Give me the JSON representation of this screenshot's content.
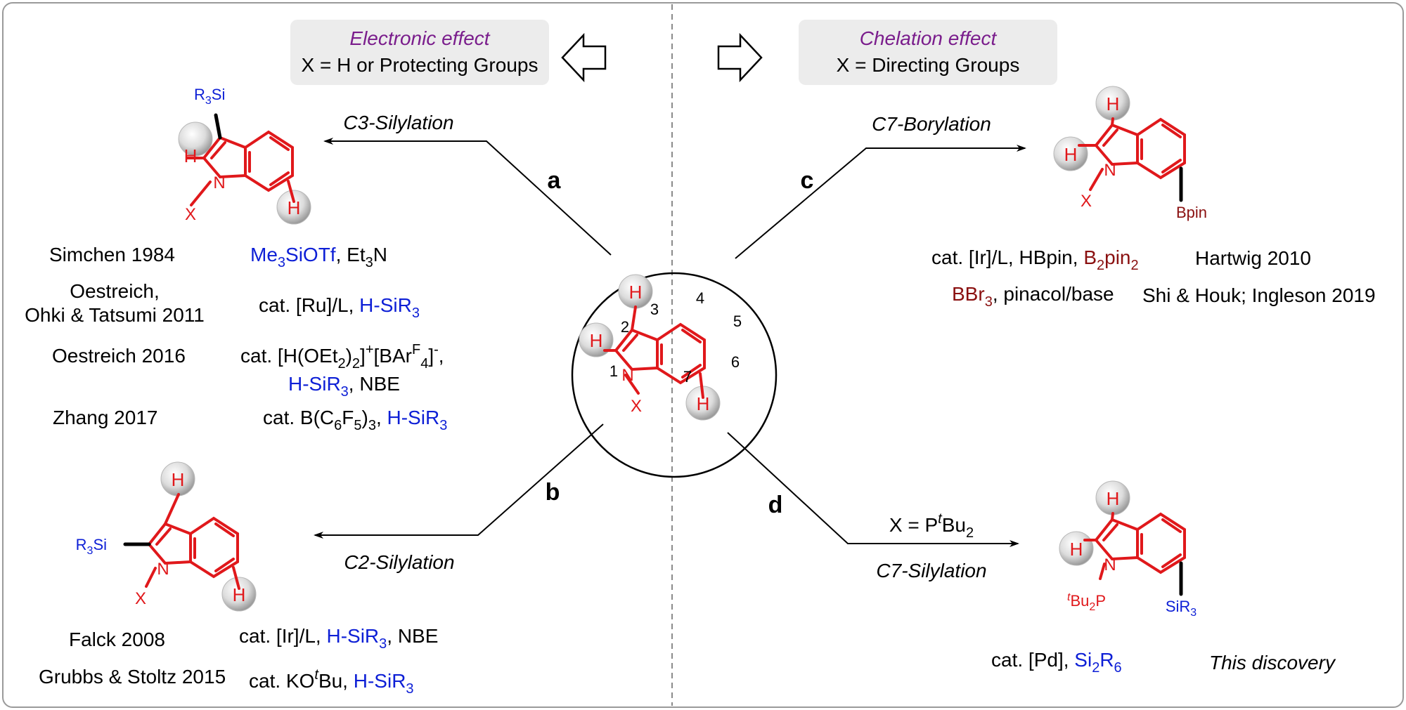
{
  "left_box": {
    "line1": "Electronic effect",
    "line2": "X = H or Protecting Groups"
  },
  "right_box": {
    "line1": "Chelation effect",
    "line2": "X = Directing Groups"
  },
  "paths": {
    "a": {
      "letter": "a",
      "reaction": "C3-Silylation"
    },
    "b": {
      "letter": "b",
      "reaction": "C2-Silylation"
    },
    "c": {
      "letter": "c",
      "reaction": "C7-Borylation"
    },
    "d": {
      "letter": "d",
      "reaction": "C7-Silylation",
      "condition_prefix": "X = P",
      "condition_sup": "t",
      "condition_suffix": "Bu",
      "condition_sub": "2"
    }
  },
  "atoms": {
    "H": "H",
    "N": "N",
    "X": "X",
    "R3Si_R": "R",
    "R3Si_sub": "3",
    "R3Si_Si": "Si",
    "Bpin": "Bpin",
    "SiR": "SiR",
    "SiR_sub": "3",
    "tBu2P_sup": "t",
    "tBu2P_Bu": "Bu",
    "tBu2P_sub": "2",
    "tBu2P_P": "P"
  },
  "center_numbers": {
    "n1": "1",
    "n2": "2",
    "n3": "3",
    "n4": "4",
    "n5": "5",
    "n6": "6",
    "n7": "7"
  },
  "refs_a": {
    "r1": {
      "author": "Simchen 1984",
      "c1": "Me",
      "c1s": "3",
      "c2": "SiOTf",
      "c3": ", Et",
      "c3s": "3",
      "c4": "N"
    },
    "r2": {
      "author_l1": "Oestreich,",
      "author_l2": "Ohki & Tatsumi 2011",
      "c1": "cat. [Ru]/L, ",
      "c2": "H-SiR",
      "c2s": "3"
    },
    "r3": {
      "author": "Oestreich 2016",
      "c1": "cat. [H(OEt",
      "c1s": "2",
      "c2": ")",
      "c2s": "2",
      "c3": "]",
      "c3sup": "+",
      "c4": "[BAr",
      "c4sup": "F",
      "c4s": "4",
      "c5": "]",
      "c5sup": "-",
      "c6": ",",
      "c7": "H-SiR",
      "c7s": "3",
      "c8": ", NBE"
    },
    "r4": {
      "author": "Zhang 2017",
      "c1": "cat. B(C",
      "c1s": "6",
      "c2": "F",
      "c2s": "5",
      "c3": ")",
      "c3s": "3",
      "c4": ", ",
      "c5": "H-SiR",
      "c5s": "3"
    }
  },
  "refs_b": {
    "r1": {
      "author": "Falck 2008",
      "c1": "cat. [Ir]/L, ",
      "c2": "H-SiR",
      "c2s": "3",
      "c3": ", NBE"
    },
    "r2": {
      "author": "Grubbs & Stoltz  2015",
      "c1": "cat. KO",
      "c1sup": "t",
      "c2": "Bu, ",
      "c3": "H-SiR",
      "c3s": "3"
    }
  },
  "refs_c": {
    "r1": {
      "cond": "cat. [Ir]/L, HBpin, ",
      "c2": "B",
      "c2s": "2",
      "c3": "pin",
      "c3s": "2",
      "author": "Hartwig 2010"
    },
    "r2": {
      "c1": "BBr",
      "c1s": "3",
      "c2": ", pinacol/base",
      "author": "Shi & Houk; Ingleson 2019"
    }
  },
  "refs_d": {
    "r1": {
      "c1": "cat. [Pd], ",
      "c2": "Si",
      "c2s": "2",
      "c3": "R",
      "c3s": "6",
      "note": "This discovery"
    }
  },
  "colors": {
    "red": "#e0181b",
    "blue": "#0d1fd6",
    "darkred": "#8a1010",
    "purple": "#7a1d8c",
    "box": "#ececec"
  }
}
